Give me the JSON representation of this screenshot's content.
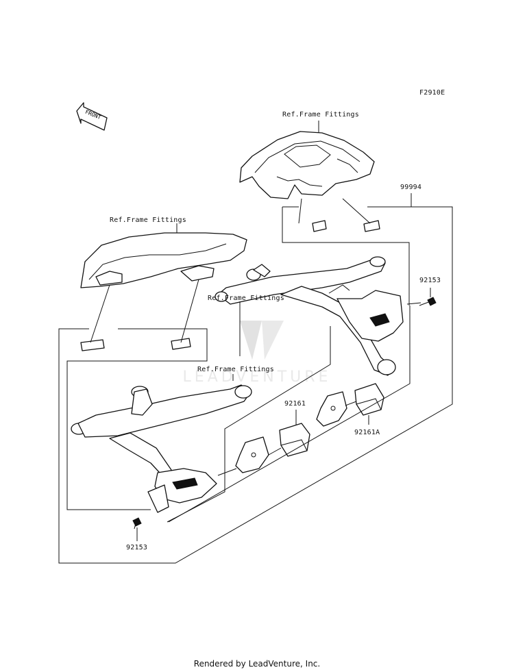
{
  "diagram": {
    "code": "F2910E",
    "front_label": "FRONT",
    "ref_labels": [
      "Ref.Frame Fittings",
      "Ref.Frame Fittings",
      "Ref.Frame Fittings",
      "Ref.Frame Fittings"
    ],
    "parts": {
      "p99994": "99994",
      "p92153_right": "92153",
      "p92153_left": "92153",
      "p92161": "92161",
      "p92161A": "92161A"
    },
    "watermark": "LEADVENTURE"
  },
  "footer": "Rendered by LeadVenture, Inc."
}
